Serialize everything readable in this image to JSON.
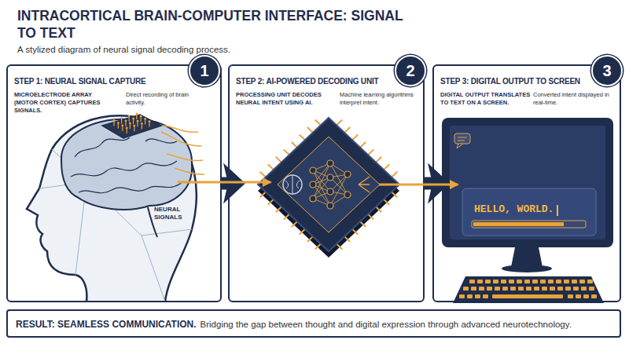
{
  "diagram": {
    "title": "INTRACORTICAL BRAIN-COMPUTER INTERFACE: SIGNAL TO TEXT",
    "caption": "A stylized diagram of neural signal decoding process.",
    "nodes": [
      {
        "text": [
          "STEP 1: NEURAL SIGNAL CAPTURE",
          "MICROELECTRODE ARRAY (MOTOR CORTEX) CAPTURES SIGNALS.",
          "Direct recording of brain activity."
        ]
      },
      {
        "text": [
          "1"
        ],
        "in": 0
      },
      {
        "text": [
          "STEP 2: AI-POWERED DECODING UNIT",
          "PROCESSING UNIT DECODES NEURAL INTENT USING AI.",
          "Machine learning algorithms interpret intent."
        ]
      },
      {
        "text": [
          "2"
        ],
        "in": 2
      },
      {
        "text": [
          "STEP 3: DIGITAL OUTPUT TO SCREEN",
          "DIGITAL OUTPUT TRANSLATES TO TEXT ON A SCREEN.",
          "Converted intent displayed in real-time."
        ]
      },
      {
        "text": [
          "3"
        ],
        "in": 4
      },
      {
        "text": [
          "RESULT: SEAMLESS COMMUNICATION.",
          "Bridging the gap between thought and digital expression through advanced neurotechnology."
        ]
      }
    ],
    "edges": [
      {
        "from": 0,
        "to": 2,
        "arrow": "to"
      },
      {
        "from": 2,
        "to": 4,
        "arrow": "to"
      }
    ],
    "labels": [
      "NEURAL SIGNALS",
      "HELLO, WORLD."
    ]
  }
}
